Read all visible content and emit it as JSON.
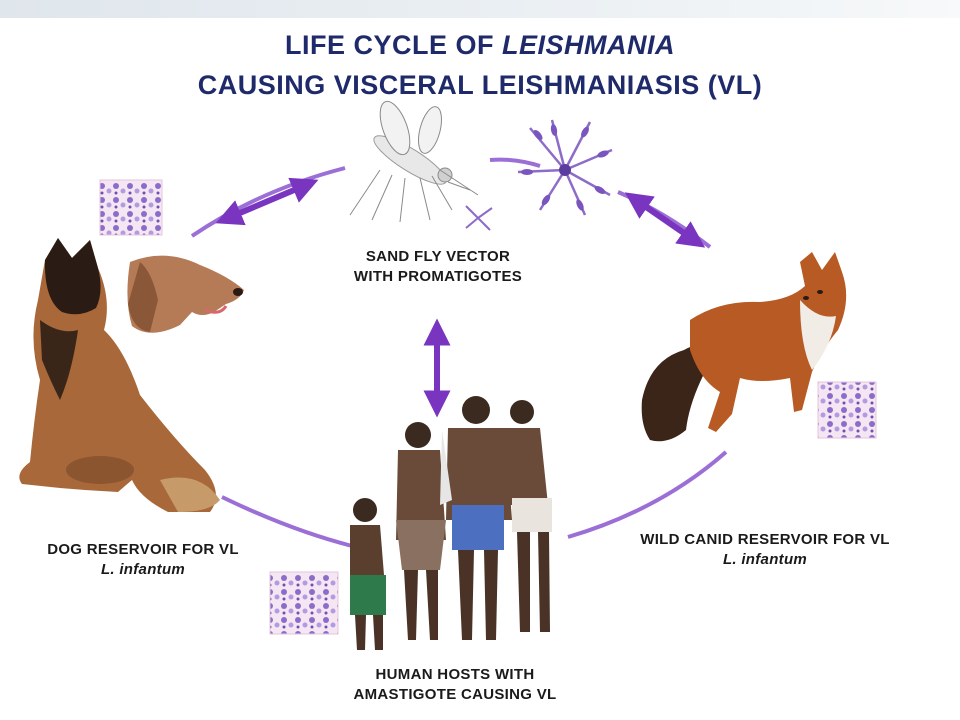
{
  "title": {
    "line1_prefix": "LIFE CYCLE OF ",
    "line1_italic": "LEISHMANIA",
    "line2": "CAUSING VISCERAL LEISHMANIASIS (VL)"
  },
  "nodes": {
    "vector": {
      "line1": "SAND FLY VECTOR",
      "line2": "WITH PROMATIGOTES"
    },
    "dog": {
      "line1": "DOG RESERVOIR FOR VL",
      "species": "L. infantum"
    },
    "wild": {
      "line1": "WILD CANID RESERVOIR FOR VL",
      "species": "L. infantum"
    },
    "human": {
      "line1": "HUMAN HOSTS WITH",
      "line2": "AMASTIGOTE CAUSING VL"
    }
  },
  "colors": {
    "title": "#1f2a6b",
    "arrow": "#7a35c0",
    "cycle": "#9b6fd6"
  },
  "icons": [
    "sand-fly-icon",
    "promastigote-cluster-icon",
    "dog-icon",
    "dog-head-icon",
    "fox-icon",
    "human-group-icon",
    "amastigote-smear-icon"
  ]
}
